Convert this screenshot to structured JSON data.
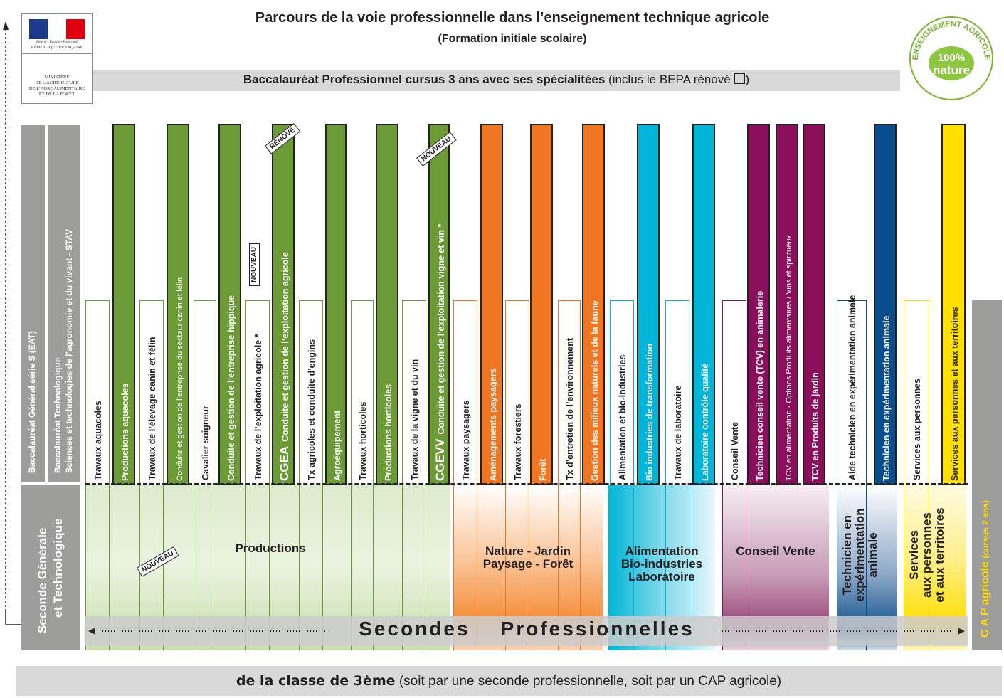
{
  "colors": {
    "green": "#6b9a37",
    "orange": "#f07521",
    "cyan": "#00b5d8",
    "purple": "#8a0f5a",
    "blue": "#0a4d8c",
    "yellow": "#ffde00",
    "grey": "#9d9d9c"
  },
  "header": {
    "title": "Parcours de la voie professionnelle dans l’enseignement technique agricole",
    "subtitle": "(Formation initiale scolaire)"
  },
  "logo_left": {
    "motto": "Liberté • Égalité • Fraternité",
    "republic": "RÉPUBLIQUE FRANÇAISE",
    "ministry": [
      "MINISTÈRE",
      "DE L’AGRICULTURE",
      "DE L’AGROALIMENTAIRE",
      "ET DE LA FORÊT"
    ]
  },
  "logo_right": {
    "arc": "ENSEIGNEMENT AGRICOLE",
    "center1": "100%",
    "center2": "nature"
  },
  "bac_banner": {
    "bold": "Baccalauréat Professionnel cursus 3 ans avec ses spécialitées",
    "normal": "(inclus le BEPA rénové"
  },
  "left_labels": {
    "bac_s": "Baccalauréat Général série S (EAT)",
    "bac_stav_1": "Baccalauréat Technologique",
    "bac_stav_2": "Sciences et technologies de l’agronomie et du vivant - STAV",
    "seconde_1": "Seconde Générale",
    "seconde_2": "et Technologique"
  },
  "cap": {
    "bold": "C A P  agricole",
    "small": "(cursus 2 ans)"
  },
  "badges": {
    "nouveau": "NOUVEAU",
    "renove": "RÉNOVÉ"
  },
  "bars": [
    {
      "label": "Travaux aquacoles",
      "type": "o",
      "color": "green"
    },
    {
      "label": "Productions aquacoles",
      "type": "f",
      "color": "green"
    },
    {
      "label": "Travaux de l’élevage canin et félin",
      "type": "o",
      "color": "green"
    },
    {
      "label": "Conduite et gestion de l’entreprise du secteur canin et félin",
      "type": "f",
      "color": "green"
    },
    {
      "label": "Cavalier  soigneur",
      "type": "o",
      "color": "green"
    },
    {
      "label": "Conduite et gestion de l’entreprise hippique",
      "type": "f",
      "color": "green"
    },
    {
      "label": "Travaux de l’exploitation agricole *",
      "type": "o",
      "color": "green"
    },
    {
      "label": "Conduite et gestion de l’exploitation agricole",
      "prefix": "CGEA",
      "type": "f",
      "color": "green"
    },
    {
      "label": "Tx agricoles et conduite d’engins",
      "type": "o",
      "color": "green"
    },
    {
      "label": "Agroéquipement",
      "type": "f",
      "color": "green"
    },
    {
      "label": "Travaux horticoles",
      "type": "o",
      "color": "green"
    },
    {
      "label": "Productions  horticoles",
      "type": "f",
      "color": "green"
    },
    {
      "label": "Travaux de la vigne et du vin",
      "type": "o",
      "color": "green"
    },
    {
      "label": "Conduite et gestion de l’exploitation vigne et vin *",
      "prefix": "CGEVV",
      "type": "f",
      "color": "green"
    },
    {
      "label": "Travaux paysagers",
      "type": "o",
      "color": "orange"
    },
    {
      "label": "Aménagements paysagers",
      "type": "f",
      "color": "orange"
    },
    {
      "label": "Travaux forestiers",
      "type": "o",
      "color": "orange"
    },
    {
      "label": "Forêt",
      "type": "f",
      "color": "orange"
    },
    {
      "label": "Tx d’entretien de l’environnement",
      "type": "o",
      "color": "orange"
    },
    {
      "label": "Gestion des milieux naturels et de la faune",
      "type": "f",
      "color": "orange"
    },
    {
      "label": "Alimentation et bio-industries",
      "type": "o",
      "color": "cyan"
    },
    {
      "label": "Bio industries de transformation",
      "type": "f",
      "color": "cyan"
    },
    {
      "label": "Travaux de laboratoire",
      "type": "o",
      "color": "cyan"
    },
    {
      "label": "Laboratoire contrôle qualité",
      "type": "f",
      "color": "cyan"
    },
    {
      "label": "Conseil Vente",
      "type": "o",
      "color": "purple"
    },
    {
      "label": "Technicien conseil vente (TCV) en animalerie",
      "type": "f",
      "color": "purple"
    },
    {
      "label": "TCV en alimentation - Options Produits alimentaires / Vins et spiritueux",
      "type": "f",
      "color": "purple"
    },
    {
      "label": "TCV en Produits de jardin",
      "type": "f",
      "color": "purple"
    },
    {
      "label": "Aide technicien en expérimentation animale",
      "type": "o",
      "color": "blue"
    },
    {
      "label": "Technicien en expérimentation animale",
      "type": "f",
      "color": "blue"
    },
    {
      "label": "Services aux personnes",
      "type": "o",
      "color": "yellow"
    },
    {
      "label": "Services aux personnes et aux territoires",
      "type": "f",
      "color": "yellow"
    }
  ],
  "groups": {
    "productions": "Productions",
    "nature_1": "Nature - Jardin",
    "nature_2": "Paysage - Forêt",
    "alim_1": "Alimentation",
    "alim_2": "Bio-industries",
    "alim_3": "Laboratoire",
    "conseil": "Conseil Vente",
    "tech_1": "Technicien en",
    "tech_2": "expérimentation",
    "tech_3": "animale",
    "serv_1": "Services",
    "serv_2": "aux personnes",
    "serv_3": "et aux territoires"
  },
  "secondes": "Secondes    Professionnelles",
  "footer": {
    "bold": "de la classe de 3ème",
    "normal": "(soit par une seconde professionnelle, soit par un CAP agricole)"
  }
}
